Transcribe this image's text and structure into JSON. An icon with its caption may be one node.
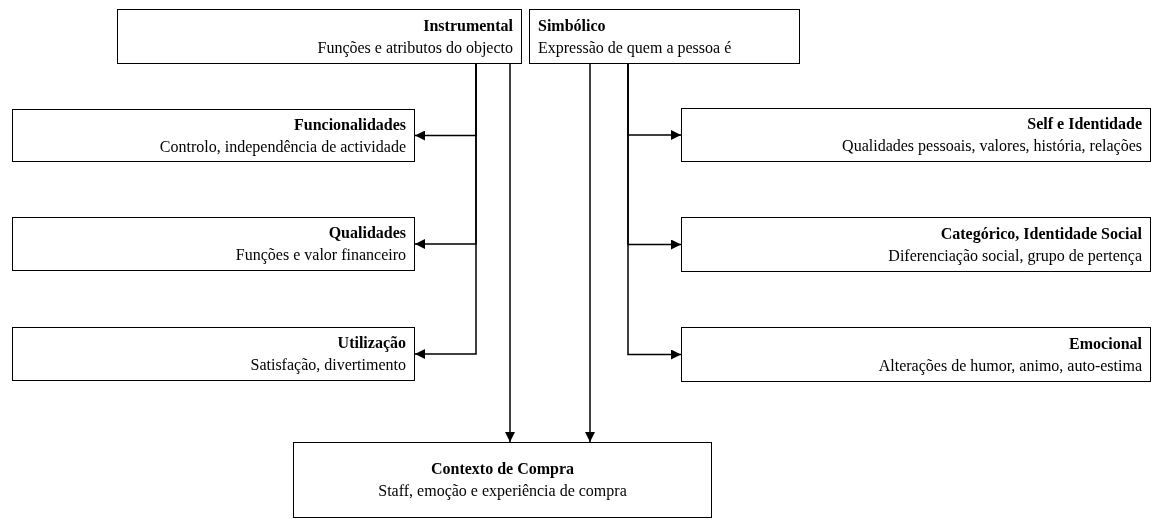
{
  "diagram": {
    "nodes": [
      {
        "text": [
          "Instrumental",
          "Funções e atributos do objecto"
        ]
      },
      {
        "text": [
          "Simbólico",
          "Expressão de quem a pessoa é"
        ]
      },
      {
        "text": [
          "Funcionalidades",
          "Controlo, independência de actividade"
        ]
      },
      {
        "text": [
          "Qualidades",
          "Funções e valor financeiro"
        ]
      },
      {
        "text": [
          "Utilização",
          "Satisfação, divertimento"
        ]
      },
      {
        "text": [
          "Self e Identidade",
          "Qualidades pessoais, valores, história, relações"
        ]
      },
      {
        "text": [
          "Categórico, Identidade Social",
          "Diferenciação social, grupo de pertença"
        ]
      },
      {
        "text": [
          "Emocional",
          "Alterações de humor, animo, auto-estima"
        ]
      },
      {
        "text": [
          "Contexto de Compra",
          "Staff, emoção e experiência de compra"
        ]
      }
    ],
    "edges": [
      {
        "from": 0,
        "to": 2,
        "arrow": "to"
      },
      {
        "from": 0,
        "to": 3,
        "arrow": "to"
      },
      {
        "from": 0,
        "to": 4,
        "arrow": "to"
      },
      {
        "from": 0,
        "to": 8,
        "arrow": "to"
      },
      {
        "from": 1,
        "to": 8,
        "arrow": "to"
      },
      {
        "from": 1,
        "to": 5,
        "arrow": "to"
      },
      {
        "from": 1,
        "to": 6,
        "arrow": "to"
      },
      {
        "from": 1,
        "to": 7,
        "arrow": "to"
      }
    ]
  }
}
